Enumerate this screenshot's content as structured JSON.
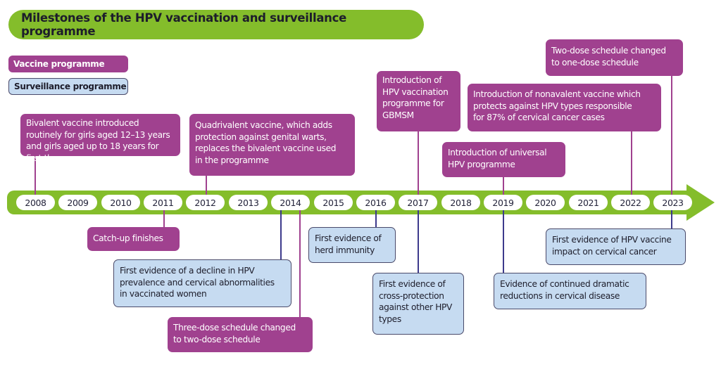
{
  "title": "Milestones of the HPV vaccination and surveillance programme",
  "colors": {
    "title_bg": "#84bd2b",
    "vaccine": "#a0418f",
    "surveillance_fill": "#c6dbf1",
    "surveillance_line": "#3d3a8c",
    "timeline": "#84bd2b"
  },
  "legend": {
    "vaccine": "Vaccine programme",
    "surveillance": "Surveillance programme"
  },
  "years": [
    "2008",
    "2009",
    "2010",
    "2011",
    "2012",
    "2013",
    "2014",
    "2015",
    "2016",
    "2017",
    "2018",
    "2019",
    "2020",
    "2021",
    "2022",
    "2023"
  ],
  "vaccine_events": [
    {
      "year": "2008",
      "lines": [
        "Bivalent vaccine introduced",
        "routinely for girls aged 12–13 years",
        "and girls aged up to 18 years for",
        "first three years"
      ]
    },
    {
      "year": "2011",
      "lines": [
        "Catch-up finishes"
      ]
    },
    {
      "year": "2012",
      "lines": [
        "Quadrivalent vaccine, which adds",
        "protection against genital warts,",
        "replaces the bivalent vaccine used",
        "in the programme"
      ]
    },
    {
      "year": "2014",
      "lines": [
        "Three-dose schedule changed",
        "to two-dose schedule"
      ]
    },
    {
      "year": "2017",
      "lines": [
        "Introduction of",
        "HPV vaccination",
        "programme for",
        "GBMSM"
      ]
    },
    {
      "year": "2019",
      "lines": [
        "Introduction of universal",
        "HPV programme"
      ]
    },
    {
      "year": "2022",
      "lines": [
        "Introduction of nonavalent vaccine which",
        "protects against HPV types responsible",
        "for 87% of cervical cancer cases"
      ]
    },
    {
      "year": "2023",
      "lines": [
        "Two-dose schedule changed",
        "to one-dose schedule"
      ]
    }
  ],
  "surveillance_events": [
    {
      "year": "2014",
      "lines": [
        "First evidence of a decline in HPV",
        "prevalence and cervical abnormalities",
        "in vaccinated women"
      ]
    },
    {
      "year": "2016",
      "lines": [
        "First evidence of",
        "herd immunity"
      ]
    },
    {
      "year": "2017",
      "lines": [
        "First evidence of",
        "cross-protection",
        "against other HPV",
        "types"
      ]
    },
    {
      "year": "2019",
      "lines": [
        "Evidence of continued dramatic",
        "reductions in cervical disease"
      ]
    },
    {
      "year": "2023",
      "lines": [
        "First evidence of HPV vaccine",
        "impact on cervical cancer"
      ]
    }
  ]
}
